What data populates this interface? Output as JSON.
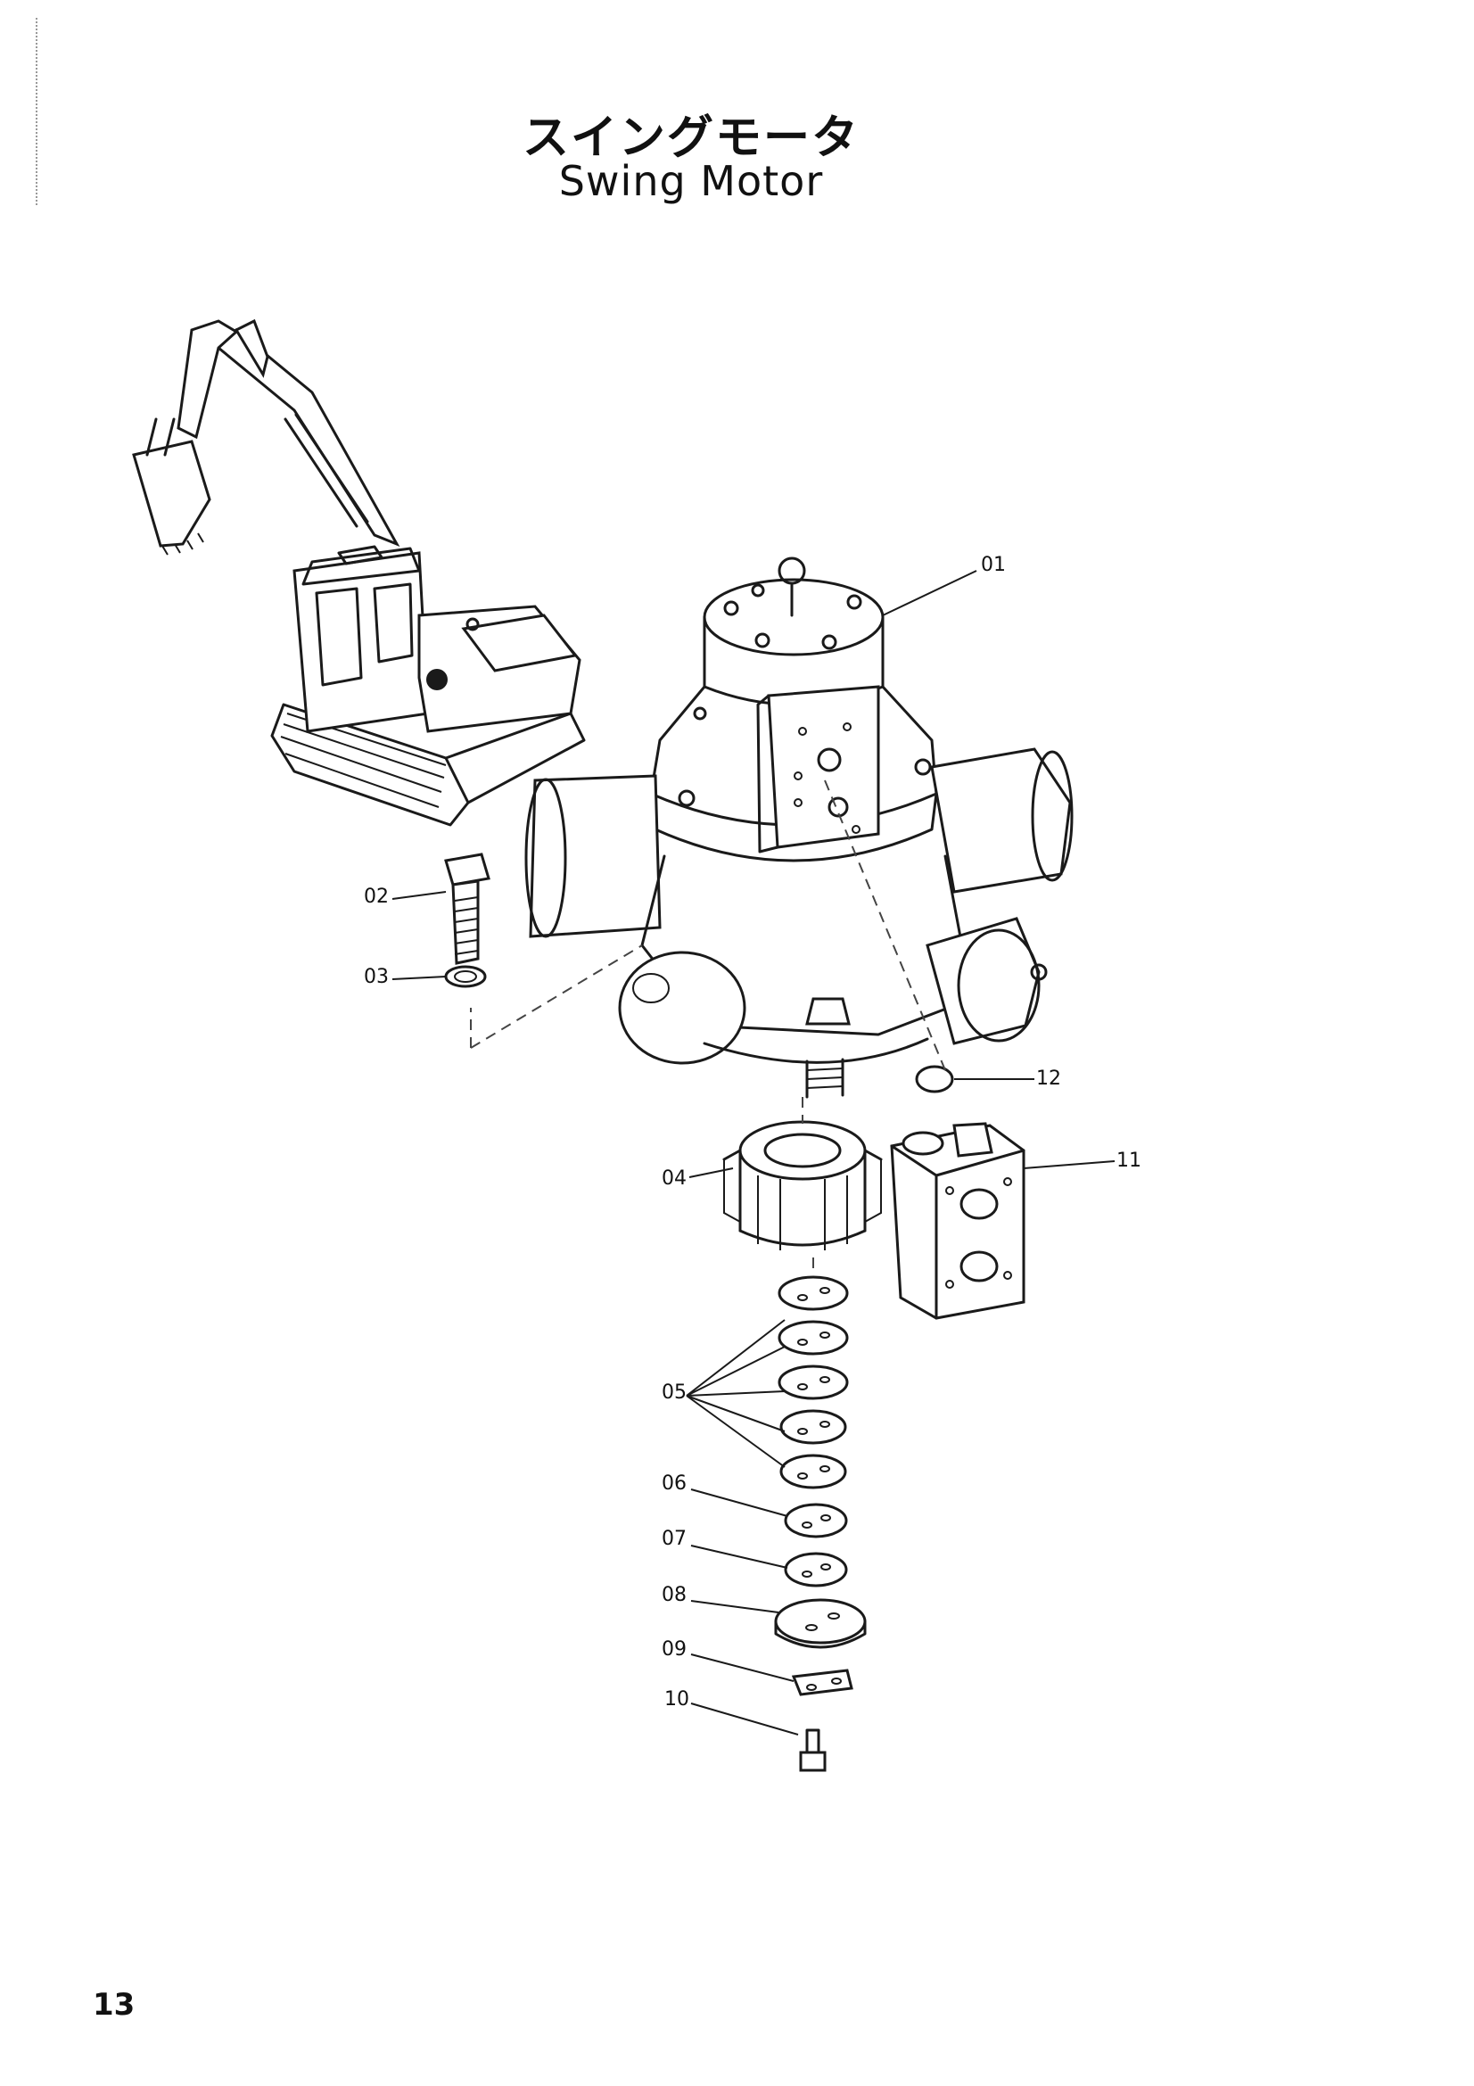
{
  "title": {
    "japanese": "スイングモータ",
    "english": "Swing Motor"
  },
  "page_number": "13",
  "callouts": [
    {
      "id": "01",
      "label": "01"
    },
    {
      "id": "02",
      "label": "02"
    },
    {
      "id": "03",
      "label": "03"
    },
    {
      "id": "04",
      "label": "04"
    },
    {
      "id": "05",
      "label": "05"
    },
    {
      "id": "06",
      "label": "06"
    },
    {
      "id": "07",
      "label": "07"
    },
    {
      "id": "08",
      "label": "08"
    },
    {
      "id": "09",
      "label": "09"
    },
    {
      "id": "10",
      "label": "10"
    },
    {
      "id": "11",
      "label": "11"
    },
    {
      "id": "12",
      "label": "12"
    }
  ]
}
